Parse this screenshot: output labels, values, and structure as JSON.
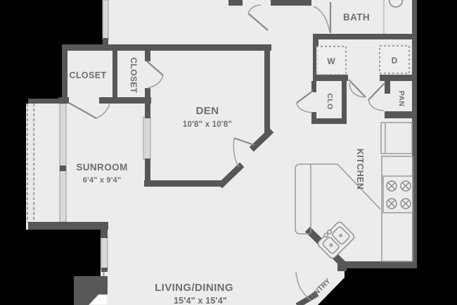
{
  "floorplan": {
    "colors": {
      "background": "#000000",
      "floor": "#ececec",
      "wall": "#575757",
      "window": "#d9d9d9",
      "fixture_line": "#9a9a9a",
      "label_text": "#6e6e6e"
    },
    "rooms": {
      "bath": {
        "label": "BATH"
      },
      "washer": {
        "label": "W"
      },
      "dryer": {
        "label": "D"
      },
      "closet_left": {
        "label": "CLOSET"
      },
      "closet_mid": {
        "label": "CLOSET"
      },
      "clo": {
        "label": "CLO"
      },
      "pan": {
        "label": "PAN"
      },
      "den": {
        "label": "DEN",
        "dims": "10'8\" x 10'8\""
      },
      "sunroom": {
        "label": "SUNROOM",
        "dims": "6'4\" x 9'4\""
      },
      "kitchen": {
        "label": "KITCHEN"
      },
      "living_dining": {
        "label": "LIVING/DINING",
        "dims": "15'4\" x 15'4\""
      },
      "entry": {
        "label": "ENTRY"
      }
    }
  }
}
